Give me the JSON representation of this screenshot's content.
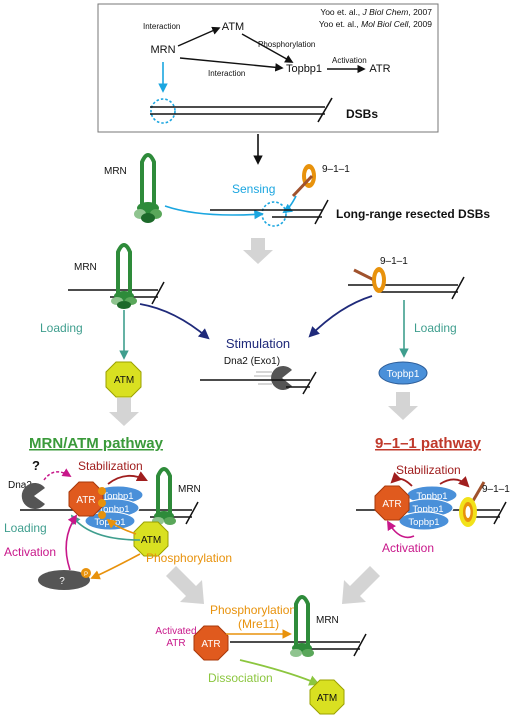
{
  "refs": {
    "ref1_prefix": "Yoo et. al., ",
    "ref1_journal": "J Biol Chem",
    "ref1_year": ", 2007",
    "ref2_prefix": "Yoo et. al., ",
    "ref2_journal": "Mol Biol Cell",
    "ref2_year": ", 2009"
  },
  "top_box": {
    "mrn": "MRN",
    "atm": "ATM",
    "topbp1": "Topbp1",
    "atr": "ATR",
    "interaction_1": "Interaction",
    "interaction_2": "Interaction",
    "phosphorylation": "Phosphorylation",
    "activation": "Activation",
    "dsbs": "DSBs"
  },
  "sensing_stage": {
    "mrn": "MRN",
    "nine_one_one": "9–1–1",
    "sensing": "Sensing",
    "long_range": "Long-range resected DSBs"
  },
  "loading_stage": {
    "mrn": "MRN",
    "nine_one_one": "9–1–1",
    "loading_left": "Loading",
    "loading_right": "Loading",
    "stimulation": "Stimulation",
    "dna2_exo1": "Dna2 (Exo1)",
    "atm": "ATM",
    "topbp1": "Topbp1"
  },
  "mrn_atm_pathway": {
    "title": "MRN/ATM pathway",
    "question_top": "?",
    "dna2": "Dna2",
    "stabilization": "Stabilization",
    "atr": "ATR",
    "topbp1_1": "Topbp1",
    "topbp1_2": "Topbp1",
    "topbp1_3": "Topbp1",
    "mrn": "MRN",
    "atm": "ATM",
    "loading": "Loading",
    "activation": "Activation",
    "phosphorylation": "Phosphorylation",
    "question_oval": "?",
    "p_badge": "P"
  },
  "nine_pathway": {
    "title": "9–1–1 pathway",
    "stabilization": "Stabilization",
    "atr": "ATR",
    "topbp1_1": "Topbp1",
    "topbp1_2": "Topbp1",
    "topbp1_3": "Topbp1",
    "nine_one_one": "9–1–1",
    "activation": "Activation"
  },
  "bottom": {
    "activated": "Activated",
    "atr_label": "ATR",
    "atr": "ATR",
    "phosphorylation": "Phosphorylation",
    "mre11": "(Mre11)",
    "mrn": "MRN",
    "dissociation": "Dissociation",
    "atm": "ATM"
  },
  "colors": {
    "cyan": "#1ba6e0",
    "navy": "#1f2a7a",
    "teal": "#3f9e8e",
    "green_title": "#3a9a3a",
    "red_title": "#c0392b",
    "dark_red": "#a01e1e",
    "magenta": "#c8178a",
    "orange": "#e8920c",
    "lime": "#8cc63f",
    "atr_orange": "#e05a1e",
    "atm_yellow": "#d9e021",
    "topbp1_blue": "#4a90d9",
    "mrn_green": "#2e8b3a"
  }
}
